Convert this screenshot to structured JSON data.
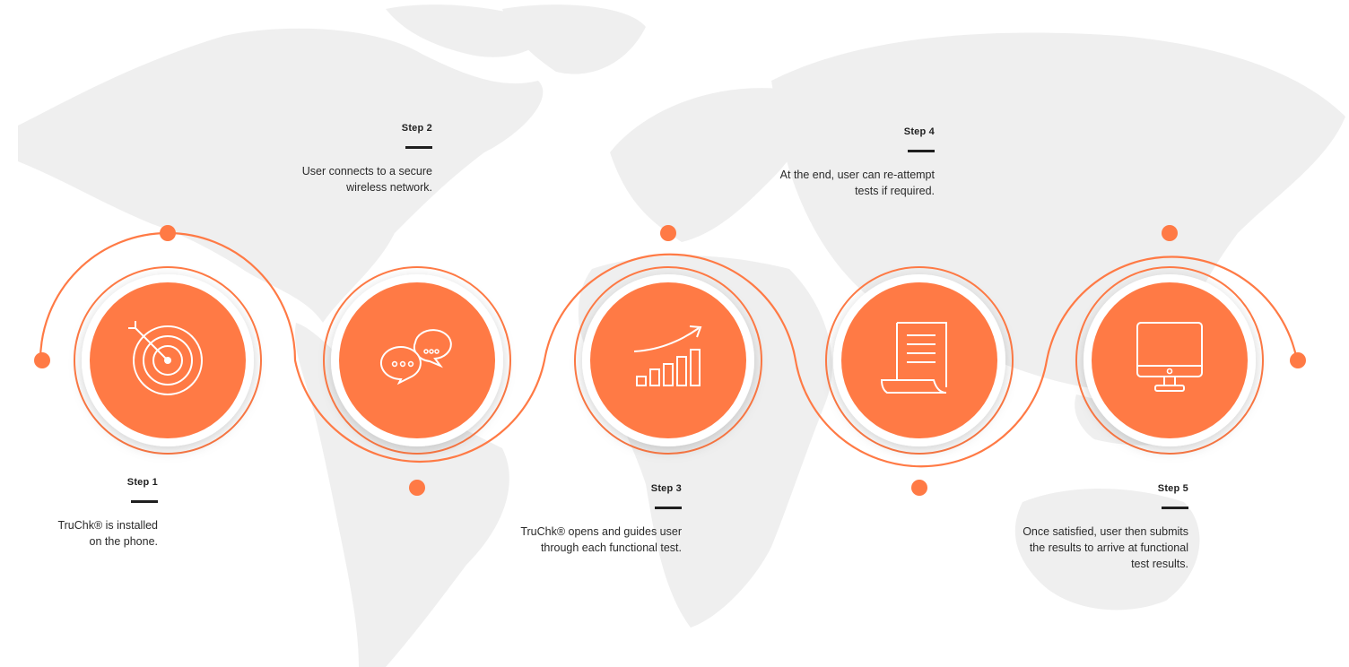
{
  "colors": {
    "accent": "#ff7a45",
    "map": "#efefef",
    "text": "#1f1f1f"
  },
  "steps": [
    {
      "title": "Step 1",
      "desc_line1": "TruChk® is installed",
      "desc_line2": "on the phone.",
      "desc_line3": "",
      "icon": "target-icon"
    },
    {
      "title": "Step 2",
      "desc_line1": "User connects to a secure",
      "desc_line2": "wireless network.",
      "desc_line3": "",
      "icon": "chat-bubbles-icon"
    },
    {
      "title": "Step 3",
      "desc_line1": "TruChk® opens and guides user",
      "desc_line2": "through each functional test.",
      "desc_line3": "",
      "icon": "growth-chart-icon"
    },
    {
      "title": "Step 4",
      "desc_line1": "At the end, user can re-attempt",
      "desc_line2": "tests if required.",
      "desc_line3": "",
      "icon": "document-scroll-icon"
    },
    {
      "title": "Step 5",
      "desc_line1": "Once satisfied, user then submits",
      "desc_line2": "the results to arrive at functional",
      "desc_line3": "test results.",
      "icon": "monitor-icon"
    }
  ]
}
